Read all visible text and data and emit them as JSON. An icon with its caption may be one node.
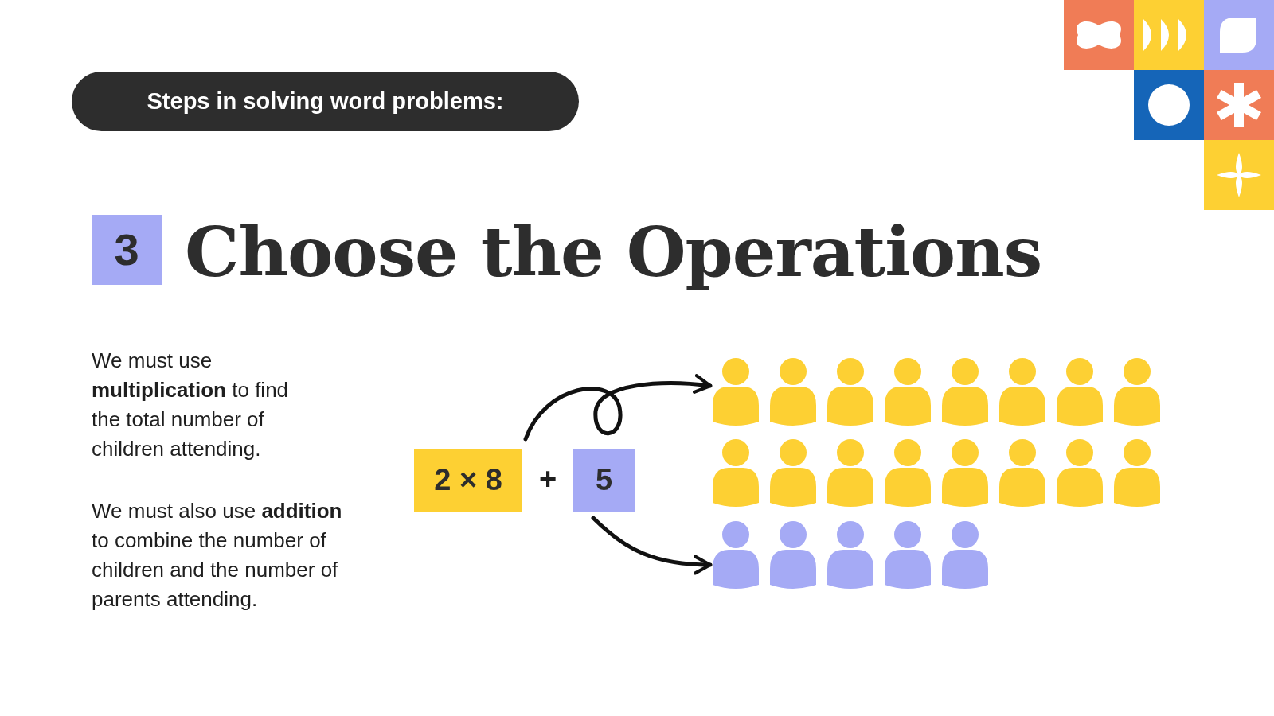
{
  "diagram": {
    "title": "Choose the Operations",
    "nodes": [
      {
        "text": [
          "Steps in solving word problems:"
        ]
      },
      {
        "text": [
          "3"
        ]
      },
      {
        "text": [
          "2 × 8"
        ]
      },
      {
        "text": [
          "5"
        ]
      },
      {
        "text": [],
        "shape": "person"
      },
      {
        "text": [],
        "shape": "person"
      }
    ],
    "edges": [
      {
        "from": 2,
        "to": 4,
        "arrow": "to"
      },
      {
        "from": 3,
        "to": 5,
        "arrow": "to"
      }
    ],
    "labels": [
      "We must use **multiplication** to find the total number of children attending.",
      "We must also use **addition** to combine the number of children and the number of parents attending.",
      "+"
    ]
  }
}
